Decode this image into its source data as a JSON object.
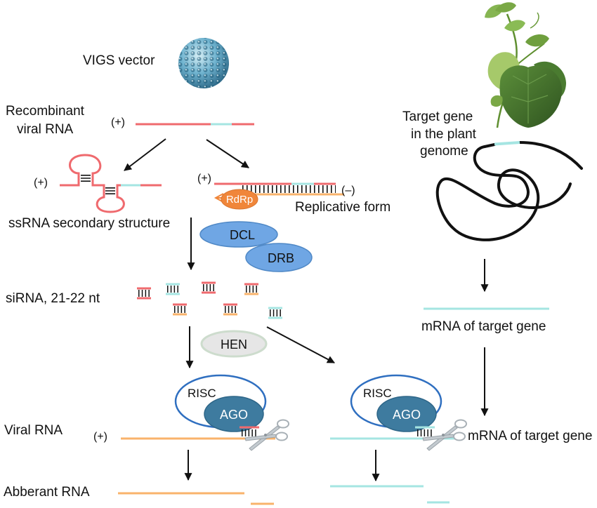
{
  "labels": {
    "vigs_vector": "VIGS vector",
    "recombinant_viral_rna_line1": "Recombinant",
    "recombinant_viral_rna_line2": "viral RNA",
    "plus_strand": "(+)",
    "minus_strand": "(–)",
    "target_gene_line1": "Target gene",
    "target_gene_line2": "in the plant",
    "target_gene_line3": "genome",
    "ssrna_secondary_structure": "ssRNA secondary structure",
    "replicative_form": "Replicative form",
    "sirna": "siRNA, 21-22 nt",
    "viral_rna": "Viral RNA",
    "abberant_rna": "Abberant RNA",
    "mrna_of_target_gene": "mRNA of target gene"
  },
  "proteins": {
    "rdrp": "RdRp",
    "dcl": "DCL",
    "drb": "DRB",
    "hen": "HEN",
    "risc": "RISC",
    "ago": "AGO"
  },
  "icons": {
    "vigs_vector": "virus-particle-icon",
    "plant": "plant-icon",
    "cleavage": "scissors-icon"
  },
  "colors": {
    "viral_rna_plus_strand": "#ef6a6e",
    "target_gene_sequence": "#a5e5e2",
    "viral_rna_minus_strand": "#f9b36b",
    "rdrp": "#f0863a",
    "dcl_drb": "#6fa6e4",
    "hen": "#e6e6e6",
    "risc_outline": "#2f6fc0",
    "ago": "#3e7b9f",
    "plant_genome": "#111111"
  }
}
